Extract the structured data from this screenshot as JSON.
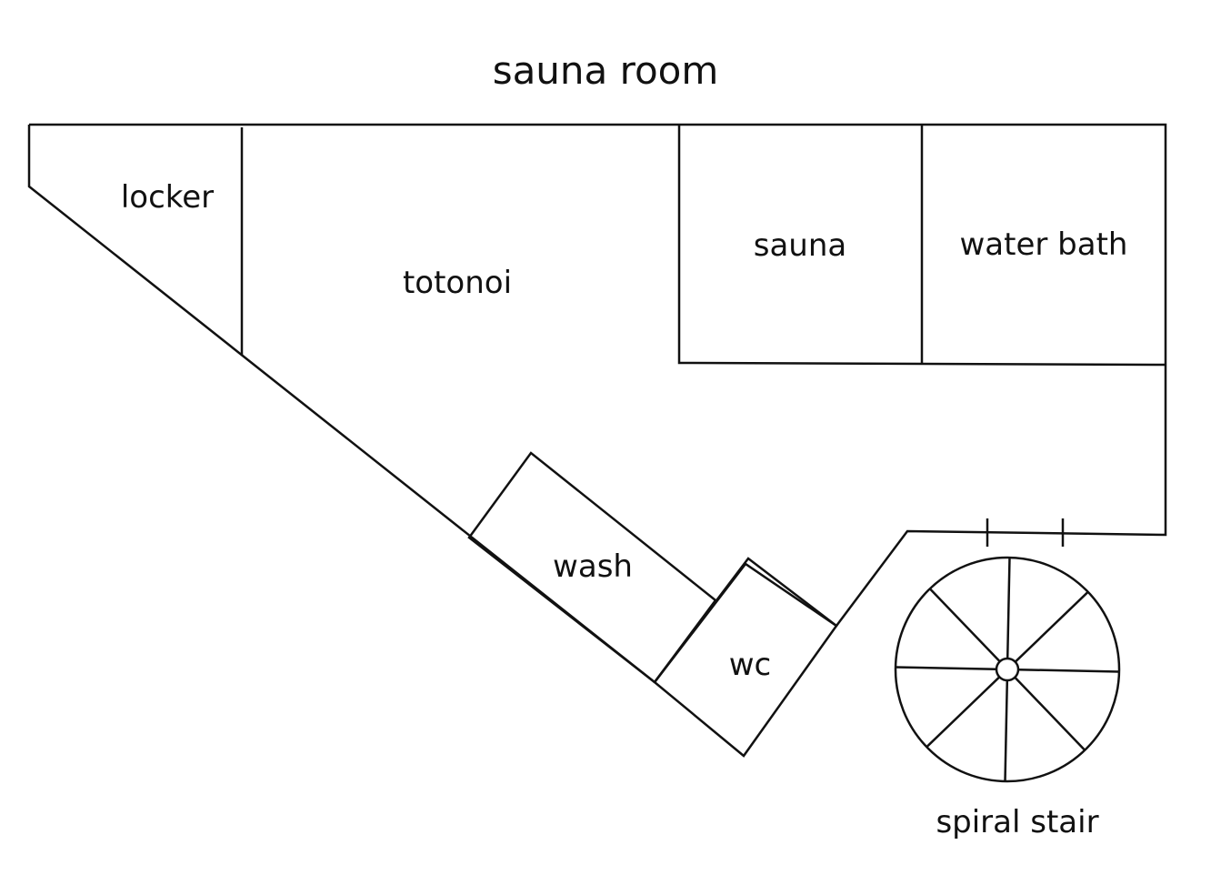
{
  "title": "sauna room",
  "rooms": {
    "locker": "locker",
    "totonoi": "totonoi",
    "sauna": "sauna",
    "water_bath": "water bath",
    "wash": "wash",
    "wc": "wc"
  },
  "stair": {
    "label": "spiral stair",
    "treads": 8
  },
  "colors": {
    "line": "#111111",
    "background": "#ffffff"
  }
}
